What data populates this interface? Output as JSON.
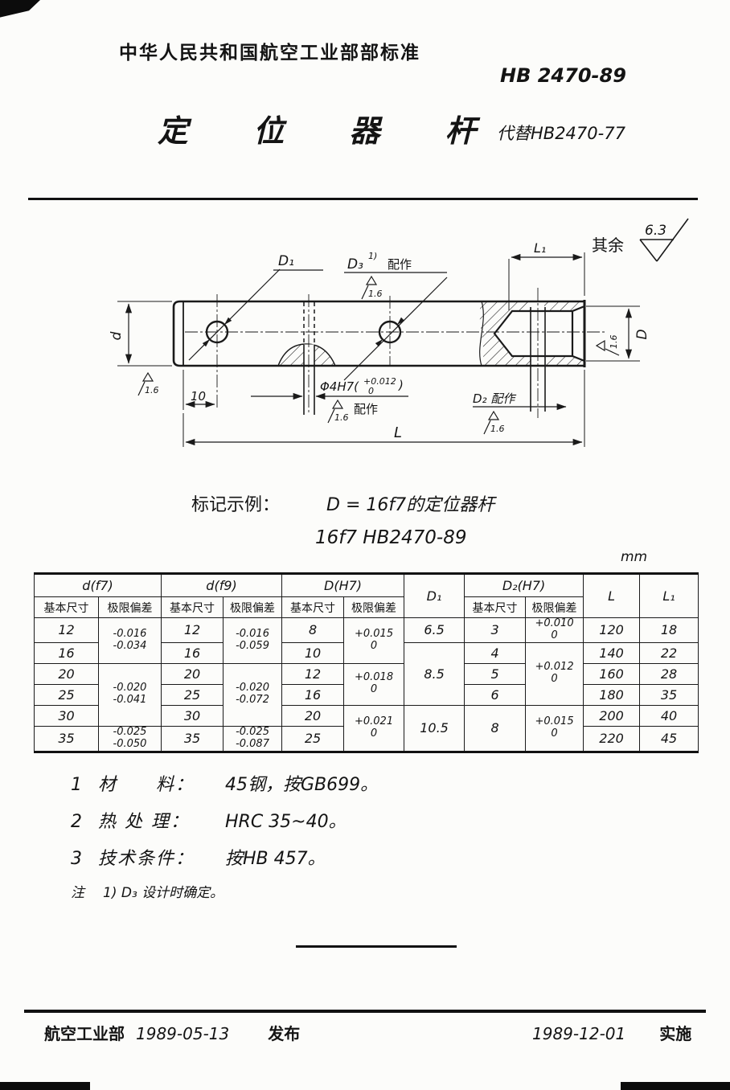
{
  "header": {
    "org": "中华人民共和国航空工业部部标准",
    "code": "HB 2470-89",
    "title": "定 位 器 杆",
    "replaces": "代替HB2470-77"
  },
  "drawing": {
    "surface_prefix": "其余",
    "surface_value": "6.3",
    "finish_value": "1.6",
    "dim_d": "d",
    "dim_10": "10",
    "dim_L": "L",
    "dim_L1": "L₁",
    "dim_D": "D",
    "hole_D1": "D₁",
    "d3_main": "D₃",
    "d3_sup": "1)",
    "d3_fit": "配作",
    "phi4_prefix": "Φ4H7(",
    "phi4_upper": "+0.012",
    "phi4_lower": "0",
    "phi4_suffix": ")",
    "phi4_fit": "配作",
    "hole_D2": "D₂ 配作"
  },
  "example": {
    "label": "标记示例：",
    "line1": "D = 16f7的定位器杆",
    "line2": "16f7 HB2470-89"
  },
  "table": {
    "unit": "mm",
    "header": {
      "d_f7": "d(f7)",
      "d_f9": "d(f9)",
      "D_H7": "D(H7)",
      "D1": "D₁",
      "D2_H7": "D₂(H7)",
      "L": "L",
      "L1": "L₁",
      "basic": "基本尺寸",
      "dev": "极限偏差"
    },
    "cells": {
      "r1": {
        "d7": "12",
        "d7dev": "-0.016\n-0.034",
        "d9": "12",
        "d9dev": "-0.016\n-0.059",
        "D": "8",
        "Ddev": "+0.015\n0",
        "D1": "6.5",
        "D2": "3",
        "D2dev": "+0.010\n0",
        "L": "120",
        "L1": "18"
      },
      "r2": {
        "d7": "16",
        "d9": "16",
        "D": "10",
        "D1": "8.5",
        "D2": "4",
        "D2dev": "+0.012\n0",
        "L": "140",
        "L1": "22"
      },
      "r3": {
        "d7": "20",
        "d7dev": "-0.020\n-0.041",
        "d9": "20",
        "d9dev": "-0.020\n-0.072",
        "D": "12",
        "Ddev": "+0.018\n0",
        "D2": "5",
        "L": "160",
        "L1": "28"
      },
      "r4": {
        "d7": "25",
        "d9": "25",
        "D": "16",
        "D2": "6",
        "L": "180",
        "L1": "35"
      },
      "r5": {
        "d7": "30",
        "d9": "30",
        "D": "20",
        "Ddev": "+0.021\n0",
        "D1": "10.5",
        "D2": "8",
        "D2dev": "+0.015\n0",
        "L": "200",
        "L1": "40"
      },
      "r6": {
        "d7": "35",
        "d7dev": "-0.025\n-0.050",
        "d9": "35",
        "d9dev": "-0.025\n-0.087",
        "D": "25",
        "L": "220",
        "L1": "45"
      }
    }
  },
  "notes": {
    "n1_no": "1",
    "n1_title": "材　　料：",
    "n1_text": "45钢，按GB699。",
    "n2_no": "2",
    "n2_title": "热 处 理：",
    "n2_text": "HRC 35~40。",
    "n3_no": "3",
    "n3_title": "技术条件：",
    "n3_text": "按HB 457。",
    "note_label": "注",
    "note_text": "1) D₃ 设计时确定。"
  },
  "footer": {
    "issuer": "航空工业部",
    "issue_date": "1989-05-13",
    "issue_label": "发布",
    "impl_date": "1989-12-01",
    "impl_label": "实施"
  }
}
